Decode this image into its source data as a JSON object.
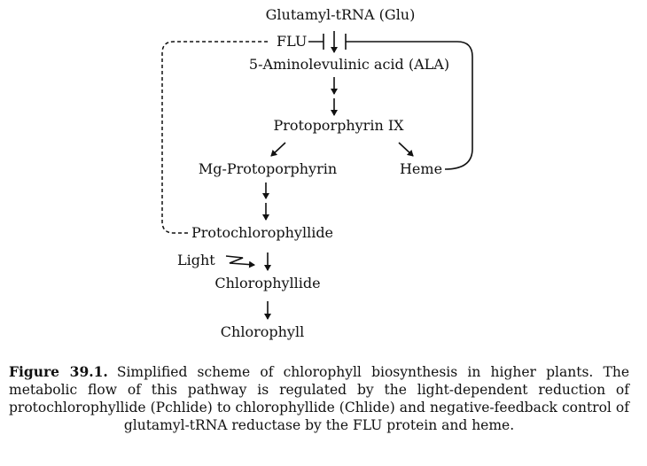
{
  "diagram": {
    "nodes": {
      "glutamyl_trna": "Glutamyl-tRNA (Glu)",
      "flu": "FLU",
      "ala": "5-Aminolevulinic acid (ALA)",
      "protoporphyrin": "Protoporphyrin IX",
      "mg_protoporphyrin": "Mg-Protoporphyrin",
      "heme": "Heme",
      "protochlorophyllide": "Protochlorophyllide",
      "light": "Light",
      "chlorophyllide": "Chlorophyllide",
      "chlorophyll": "Chlorophyll"
    }
  },
  "caption": {
    "label": "Figure 39.1.",
    "text": "Simplified scheme of chlorophyll biosynthesis in higher plants. The metabolic flow of this pathway is regulated by the light-dependent reduction of protochlorophyllide (Pchlide) to chlorophyllide (Chlide) and negative-feedback control of glutamyl-tRNA reductase by the FLU protein and heme."
  }
}
